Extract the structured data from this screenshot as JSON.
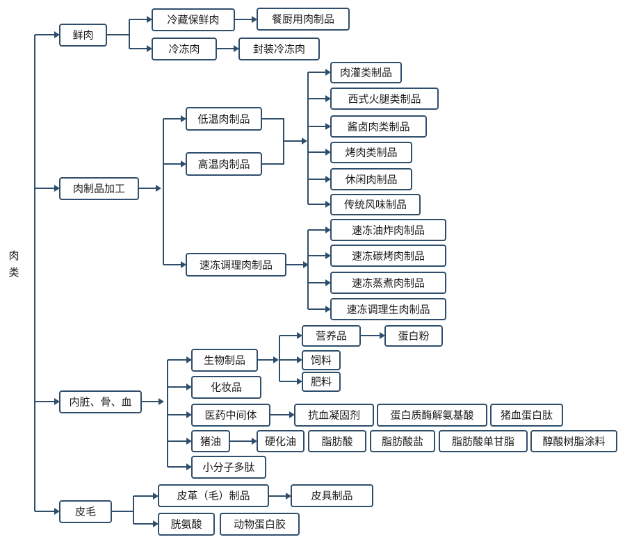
{
  "colors": {
    "stroke": "#2f4e6b",
    "text": "#1a1a1a",
    "background": "#ffffff"
  },
  "root": {
    "label": "肉类",
    "char1": "肉",
    "char2": "类"
  },
  "categories": {
    "fresh": "鲜肉",
    "processed": "肉制品加工",
    "offal": "内脏、骨、血",
    "hide": "皮毛"
  },
  "fresh": {
    "chilled": "冷藏保鲜肉",
    "catering": "餐厨用肉制品",
    "frozen": "冷冻肉",
    "packaged_frozen": "封装冷冻肉"
  },
  "processed": {
    "low_temp": "低温肉制品",
    "high_temp": "高温肉制品",
    "quick_frozen": "速冻调理肉制品",
    "products": [
      "肉灌类制品",
      "西式火腿类制品",
      "酱卤肉类制品",
      "烤肉类制品",
      "休闲肉制品",
      "传统风味制品"
    ],
    "frozen_products": [
      "速冻油炸肉制品",
      "速冻碳烤肉制品",
      "速冻蒸煮肉制品",
      "速冻调理生肉制品"
    ]
  },
  "offal": {
    "bio": "生物制品",
    "nutrition": "营养品",
    "protein_powder": "蛋白粉",
    "feed": "饲料",
    "fertilizer": "肥料",
    "cosmetics": "化妆品",
    "pharma": "医药中间体",
    "anticoagulant": "抗血凝固剂",
    "amino_acid": "蛋白质酶解氨基酸",
    "blood_peptide": "猪血蛋白肽",
    "lard": "猪油",
    "hardened_oil": "硬化油",
    "fatty_acid": "脂肪酸",
    "fatty_acid_salt": "脂肪酸盐",
    "monoglyceride": "脂肪酸单甘脂",
    "alkyd_coating": "醇酸树脂涂料",
    "peptide": "小分子多肽"
  },
  "hide": {
    "leather": "皮革（毛）制品",
    "leather_goods": "皮具制品",
    "cystine": "胱氨酸",
    "gelatin": "动物蛋白胶"
  }
}
